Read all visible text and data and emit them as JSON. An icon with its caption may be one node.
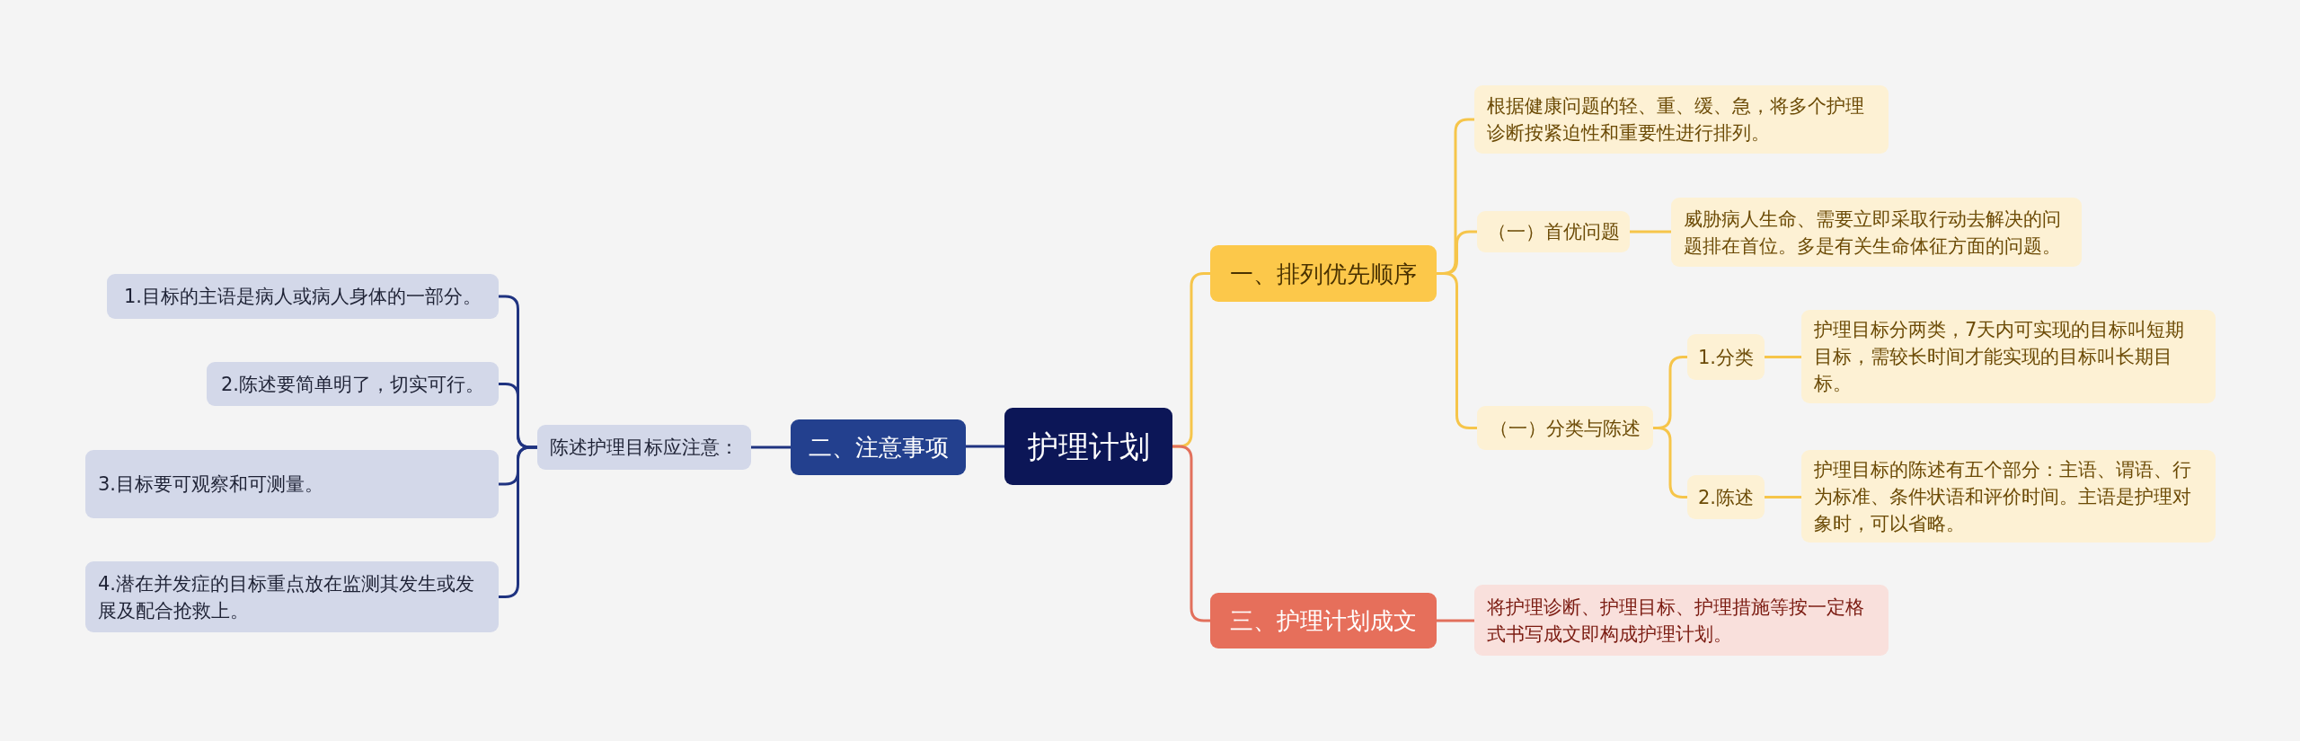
{
  "diagram": {
    "nodes": [
      {
        "text": [
          "护理计划"
        ]
      },
      {
        "text": [
          "一、排列优先顺序"
        ]
      },
      {
        "text": [
          "根据健康问题的轻、重、缓、急，将多个护理诊断按紧迫性和重要性进行排列。"
        ]
      },
      {
        "text": [
          "（一）首优问题"
        ]
      },
      {
        "text": [
          "威胁病人生命、需要立即采取行动去解决的问题排在首位。多是有关生命体征方面的问题。"
        ]
      },
      {
        "text": [
          "（一）分类与陈述"
        ]
      },
      {
        "text": [
          "1.分类"
        ]
      },
      {
        "text": [
          "护理目标分两类，7天内可实现的目标叫短期目标，需较长时间才能实现的目标叫长期目标。"
        ]
      },
      {
        "text": [
          "2.陈述"
        ]
      },
      {
        "text": [
          "护理目标的陈述有五个部分：主语、谓语、行为标准、条件状语和评价时间。主语是护理对象时，可以省略。"
        ]
      },
      {
        "text": [
          "三、护理计划成文"
        ]
      },
      {
        "text": [
          "将护理诊断、护理目标、护理措施等按一定格式书写成文即构成护理计划。"
        ]
      },
      {
        "text": [
          "二、注意事项"
        ]
      },
      {
        "text": [
          "陈述护理目标应注意："
        ]
      },
      {
        "text": [
          "1.目标的主语是病人或病人身体的一部分。"
        ]
      },
      {
        "text": [
          "2.陈述要简单明了，切实可行。"
        ]
      },
      {
        "text": [
          "3.目标要可观察和可测量。"
        ]
      },
      {
        "text": [
          "4.潜在并发症的目标重点放在监测其发生或发展及配合抢救上。"
        ]
      }
    ],
    "edges": [
      {
        "from": 0,
        "to": 1,
        "arrow": "none"
      },
      {
        "from": 1,
        "to": 2,
        "arrow": "none"
      },
      {
        "from": 1,
        "to": 3,
        "arrow": "none"
      },
      {
        "from": 3,
        "to": 4,
        "arrow": "none"
      },
      {
        "from": 1,
        "to": 5,
        "arrow": "none"
      },
      {
        "from": 5,
        "to": 6,
        "arrow": "none"
      },
      {
        "from": 6,
        "to": 7,
        "arrow": "none"
      },
      {
        "from": 5,
        "to": 8,
        "arrow": "none"
      },
      {
        "from": 8,
        "to": 9,
        "arrow": "none"
      },
      {
        "from": 0,
        "to": 10,
        "arrow": "none",
        "color": "#e2705c"
      },
      {
        "from": 10,
        "to": 11,
        "arrow": "none",
        "color": "#e2705c"
      },
      {
        "from": 0,
        "to": 12,
        "arrow": "none",
        "color": "#1f3380"
      },
      {
        "from": 12,
        "to": 13,
        "arrow": "none",
        "color": "#1f3380"
      },
      {
        "from": 13,
        "to": 14,
        "arrow": "none",
        "color": "#1f3380"
      },
      {
        "from": 13,
        "to": 15,
        "arrow": "none",
        "color": "#1f3380"
      },
      {
        "from": 13,
        "to": 16,
        "arrow": "none",
        "color": "#1f3380"
      },
      {
        "from": 13,
        "to": 17,
        "arrow": "none",
        "color": "#1f3380"
      }
    ]
  }
}
